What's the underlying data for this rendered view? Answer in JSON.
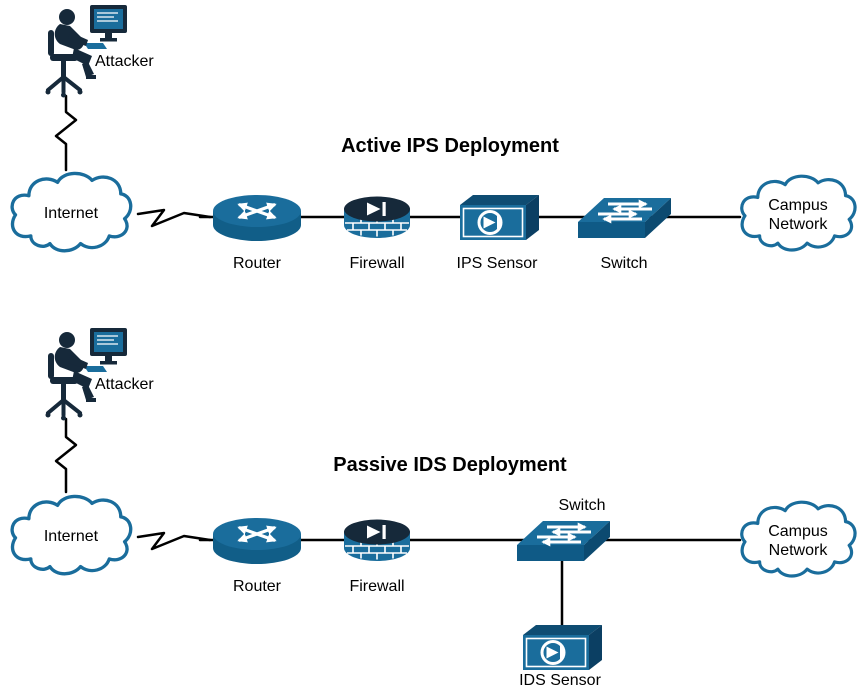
{
  "palette": {
    "device_teal": "#1a6d9c",
    "device_side_dark": "#0f5a86",
    "device_side_darker": "#0c4a70",
    "device_navy": "#16293a",
    "line_color": "#000000",
    "cloud_fill": "#ffffff",
    "background": "#ffffff"
  },
  "icons": {
    "attacker": "attacker-workstation-icon",
    "internet": "internet-cloud-icon",
    "router": "router-icon",
    "firewall": "firewall-icon",
    "ips_sensor": "ips-sensor-icon",
    "ids_sensor": "ids-sensor-icon",
    "switch": "switch-icon",
    "campus": "campus-network-cloud-icon",
    "wan_link": "lightning-link-icon"
  },
  "sections": [
    {
      "title": "Active IPS Deployment",
      "attacker": "Attacker",
      "internet": "Internet",
      "campus": {
        "line1": "Campus",
        "line2": "Network"
      },
      "labels": {
        "router": "Router",
        "firewall": "Firewall",
        "sensor": "IPS Sensor",
        "switch": "Switch"
      }
    },
    {
      "title": "Passive IDS Deployment",
      "attacker": "Attacker",
      "internet": "Internet",
      "campus": {
        "line1": "Campus",
        "line2": "Network"
      },
      "labels": {
        "router": "Router",
        "firewall": "Firewall",
        "switch": "Switch",
        "sensor": "IDS Sensor"
      }
    }
  ]
}
